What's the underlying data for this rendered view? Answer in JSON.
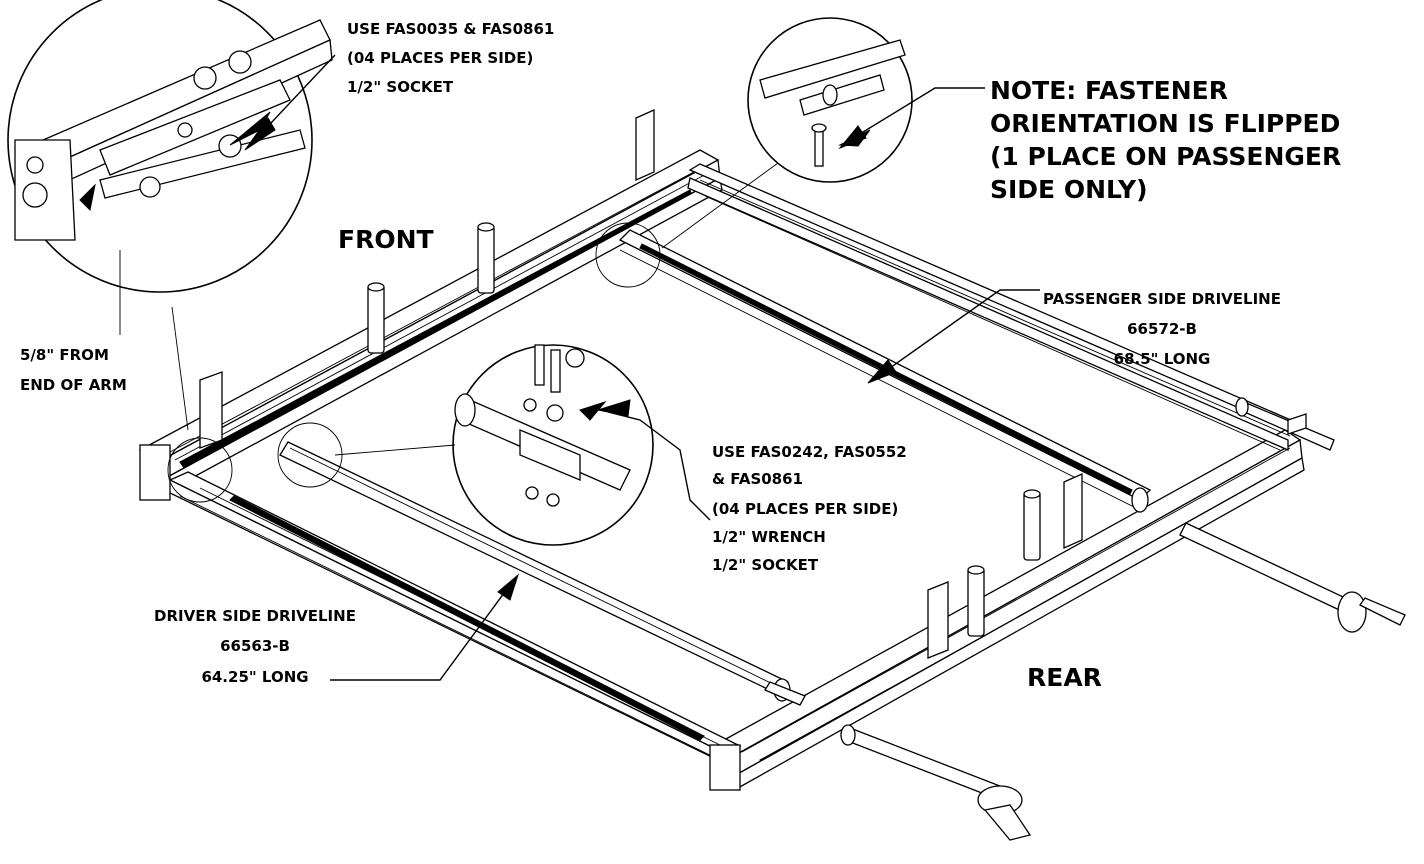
{
  "labels": {
    "top_callout": {
      "line1": "USE FAS0035 & FAS0861",
      "line2": "(04 PLACES PER SIDE)",
      "line3": "1/2\" SOCKET"
    },
    "note": {
      "line1": "NOTE: FASTENER",
      "line2": "ORIENTATION IS FLIPPED",
      "line3": "(1 PLACE ON PASSENGER",
      "line4": "SIDE ONLY)"
    },
    "front": "FRONT",
    "rear": "REAR",
    "passenger": {
      "line1": "PASSENGER SIDE DRIVELINE",
      "line2": "66572-B",
      "line3": "68.5\" LONG"
    },
    "arm": {
      "line1": "5/8\" FROM",
      "line2": "END OF ARM"
    },
    "mid_callout": {
      "line1": "USE FAS0242, FAS0552",
      "line2": "& FAS0861",
      "line3": "(04 PLACES PER SIDE)",
      "line4": "1/2\" WRENCH",
      "line5": "1/2\" SOCKET"
    },
    "driver": {
      "line1": "DRIVER SIDE DRIVELINE",
      "line2": "66563-B",
      "line3": "64.25\" LONG"
    }
  }
}
